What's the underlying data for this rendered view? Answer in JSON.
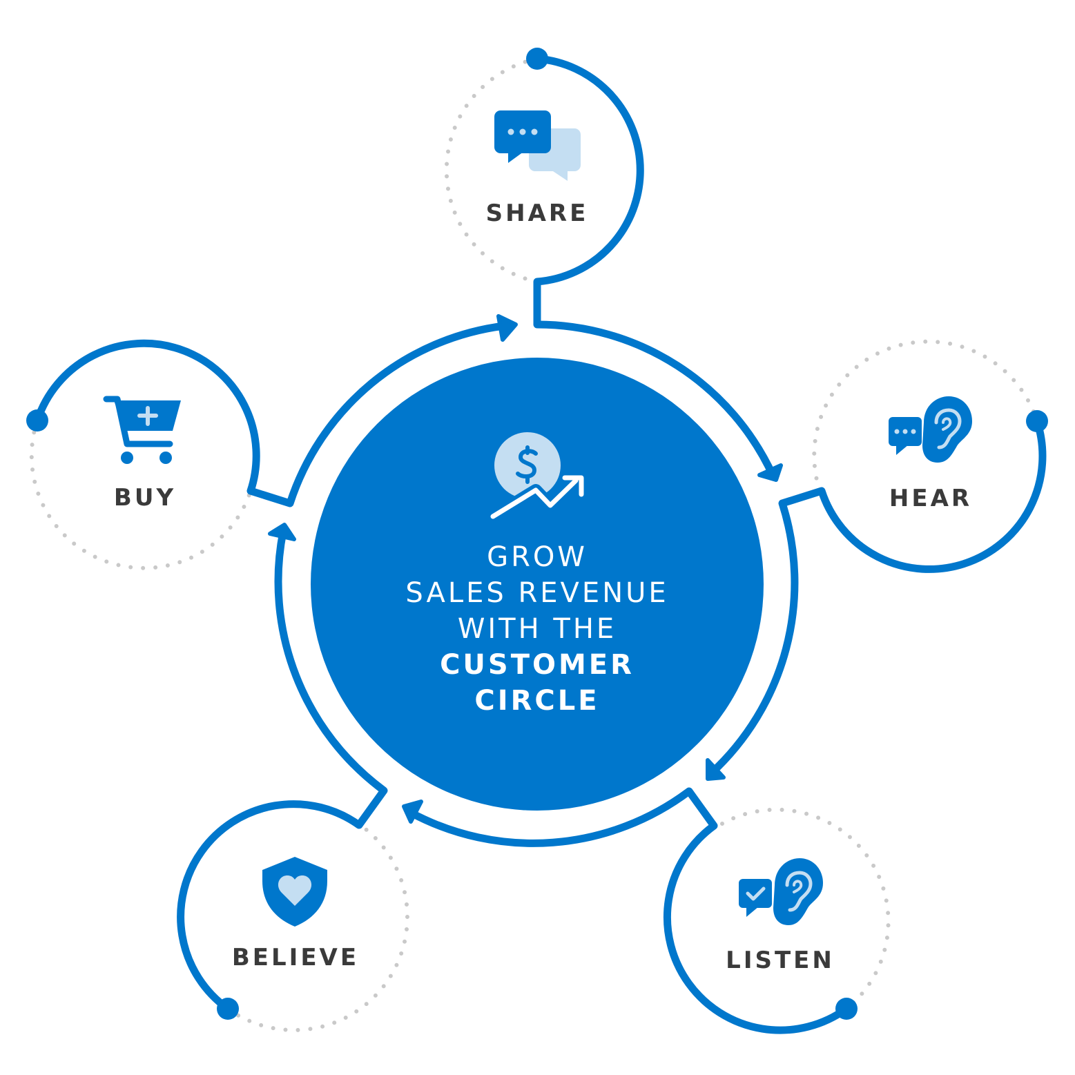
{
  "center": {
    "lines": [
      "GROW",
      "SALES REVENUE",
      "WITH THE",
      "CUSTOMER",
      "CIRCLE"
    ],
    "bold_lines": [
      false,
      false,
      false,
      true,
      true
    ],
    "icon": "sales-growth-icon"
  },
  "nodes": [
    {
      "id": "share",
      "label": "SHARE",
      "icon": "chat-bubbles-icon"
    },
    {
      "id": "hear",
      "label": "HEAR",
      "icon": "chat-ear-icon"
    },
    {
      "id": "listen",
      "label": "LISTEN",
      "icon": "check-message-ear-icon"
    },
    {
      "id": "believe",
      "label": "BELIEVE",
      "icon": "shield-heart-icon"
    },
    {
      "id": "buy",
      "label": "BUY",
      "icon": "cart-add-icon"
    }
  ],
  "colors": {
    "primary": "#0077cc",
    "light": "#c4def2",
    "text": "#3a3a3a",
    "dots": "#c9c9c9"
  }
}
